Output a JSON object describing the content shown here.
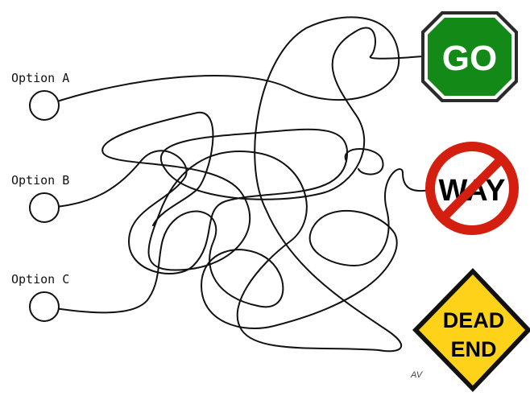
{
  "options": {
    "a": "Option A",
    "b": "Option B",
    "c": "Option C"
  },
  "signs": {
    "go": {
      "text": "GO",
      "color": "#138a17",
      "text_color": "#ffffff"
    },
    "no_way": {
      "text": "WAY",
      "ring_color": "#d41e10",
      "text_color": "#000000"
    },
    "dead_end": {
      "line1": "DEAD",
      "line2": "END",
      "color": "#ffd21a",
      "text_color": "#000000"
    }
  },
  "signature": "AV",
  "colors": {
    "line": "#111111",
    "background": "#ffffff"
  }
}
